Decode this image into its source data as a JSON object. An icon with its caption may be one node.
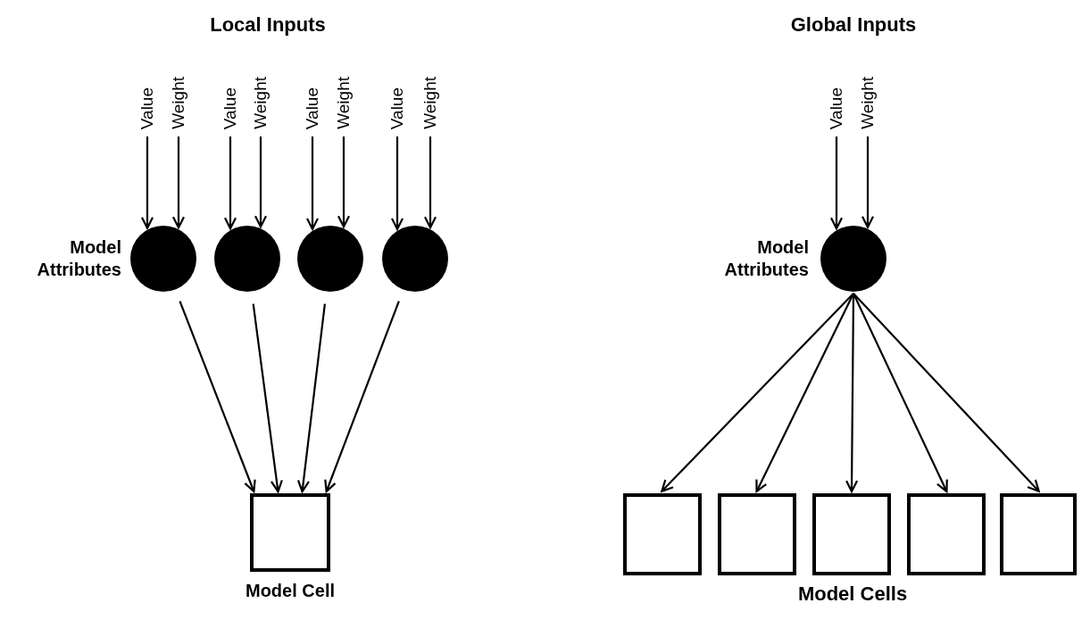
{
  "diagram": {
    "nodes": [
      {
        "text": [
          "Value"
        ]
      },
      {
        "text": [
          "Weight"
        ]
      },
      {
        "text": [
          "Value"
        ]
      },
      {
        "text": [
          "Weight"
        ]
      },
      {
        "text": [
          "Value"
        ]
      },
      {
        "text": [
          "Weight"
        ]
      },
      {
        "text": [
          "Value"
        ]
      },
      {
        "text": [
          "Weight"
        ]
      },
      {
        "text": [
          "Value"
        ]
      },
      {
        "text": [
          "Weight"
        ]
      },
      {
        "text": [],
        "shape": "circle",
        "beside": [
          "Model Attributes"
        ]
      },
      {
        "text": [],
        "shape": "circle"
      },
      {
        "text": [],
        "shape": "circle"
      },
      {
        "text": [],
        "shape": "circle"
      },
      {
        "text": [],
        "shape": "circle",
        "beside": [
          "Model Attributes"
        ]
      },
      {
        "text": [],
        "shape": "box",
        "beside": [
          "Model Cell"
        ]
      },
      {
        "text": [],
        "shape": "box"
      },
      {
        "text": [],
        "shape": "box"
      },
      {
        "text": [],
        "shape": "box"
      },
      {
        "text": [],
        "shape": "box"
      },
      {
        "text": [],
        "shape": "box"
      }
    ],
    "edges": [
      {
        "from": 0,
        "to": 10,
        "arrow": "to"
      },
      {
        "from": 1,
        "to": 10,
        "arrow": "to"
      },
      {
        "from": 2,
        "to": 11,
        "arrow": "to"
      },
      {
        "from": 3,
        "to": 11,
        "arrow": "to"
      },
      {
        "from": 4,
        "to": 12,
        "arrow": "to"
      },
      {
        "from": 5,
        "to": 12,
        "arrow": "to"
      },
      {
        "from": 6,
        "to": 13,
        "arrow": "to"
      },
      {
        "from": 7,
        "to": 13,
        "arrow": "to"
      },
      {
        "from": 8,
        "to": 14,
        "arrow": "to"
      },
      {
        "from": 9,
        "to": 14,
        "arrow": "to"
      },
      {
        "from": 10,
        "to": 15,
        "arrow": "to"
      },
      {
        "from": 11,
        "to": 15,
        "arrow": "to"
      },
      {
        "from": 12,
        "to": 15,
        "arrow": "to"
      },
      {
        "from": 13,
        "to": 15,
        "arrow": "to"
      },
      {
        "from": 14,
        "to": 16,
        "arrow": "to"
      },
      {
        "from": 14,
        "to": 17,
        "arrow": "to"
      },
      {
        "from": 14,
        "to": 18,
        "arrow": "to"
      },
      {
        "from": 14,
        "to": 19,
        "arrow": "to"
      },
      {
        "from": 14,
        "to": 20,
        "arrow": "to"
      }
    ],
    "labels": [
      "Local Inputs",
      "Global Inputs",
      "Model Cells"
    ]
  }
}
